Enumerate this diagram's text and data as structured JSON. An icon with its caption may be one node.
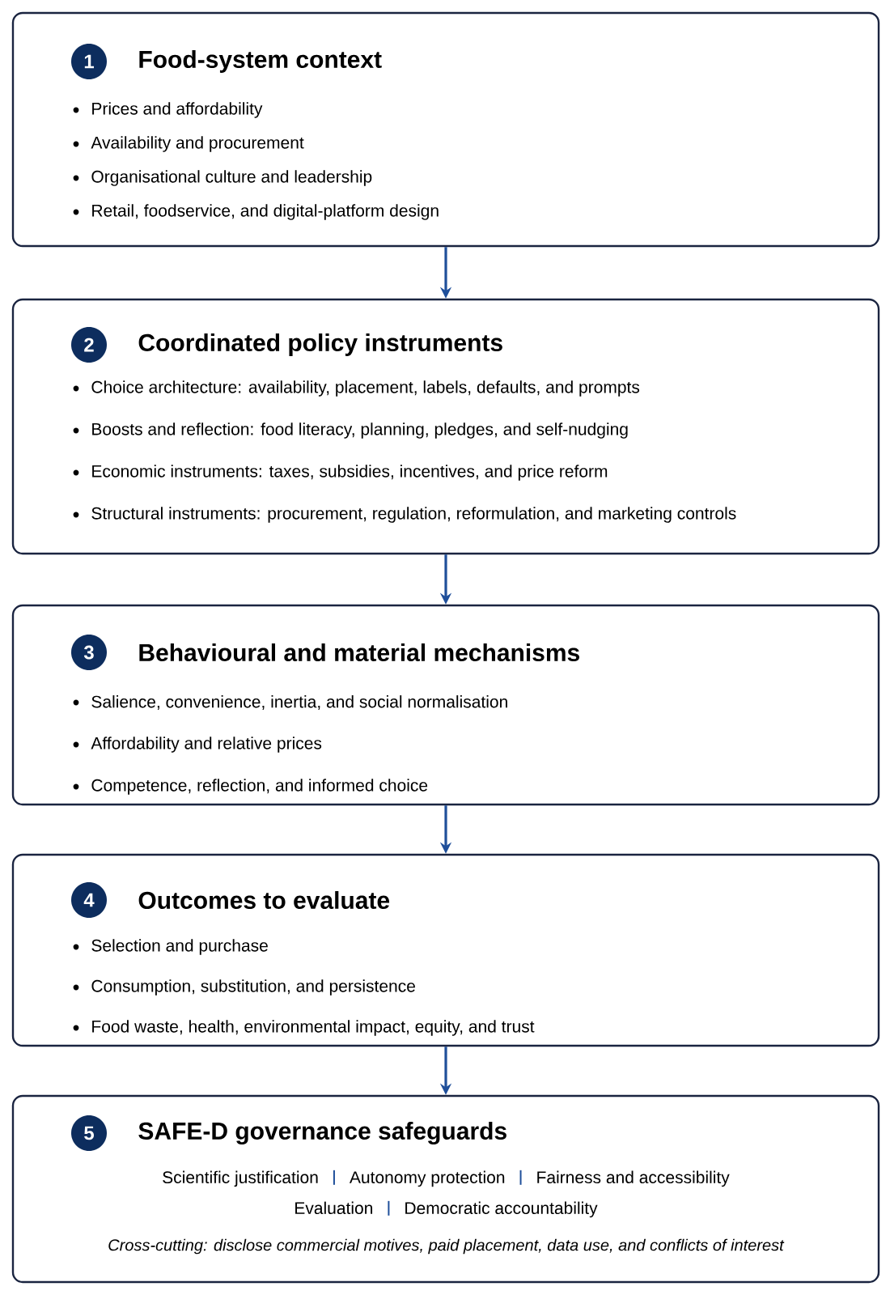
{
  "diagram": {
    "nodes": [
      {
        "text": [
          "Food-system context",
          "Prices and affordability",
          "Availability and procurement",
          "Organisational culture and leadership",
          "Retail, foodservice, and digital-platform design"
        ]
      },
      {
        "text": [
          "1"
        ],
        "in": 0
      },
      {
        "text": [
          "Coordinated policy instruments",
          "Choice architecture: availability, placement, labels, defaults, and prompts",
          "Boosts and reflection: food literacy, planning, pledges, and self-nudging",
          "Economic instruments: taxes, subsidies, incentives, and price reform",
          "Structural instruments: procurement, regulation, reformulation, and marketing controls"
        ]
      },
      {
        "text": [
          "2"
        ],
        "in": 2
      },
      {
        "text": [
          "Behavioural and material mechanisms",
          "Salience, convenience, inertia, and social normalisation",
          "Affordability and relative prices",
          "Competence, reflection, and informed choice"
        ]
      },
      {
        "text": [
          "3"
        ],
        "in": 4
      },
      {
        "text": [
          "Outcomes to evaluate",
          "Selection and purchase",
          "Consumption, substitution, and persistence",
          "Food waste, health, environmental impact, equity, and trust"
        ]
      },
      {
        "text": [
          "4"
        ],
        "in": 6
      },
      {
        "text": [
          "SAFE-D governance safeguards",
          "Scientific justification",
          "Autonomy protection",
          "Fairness and accessibility",
          "Evaluation",
          "Democratic accountability",
          "Cross-cutting: disclose commercial motives, paid placement, data use, and conflicts of interest"
        ]
      },
      {
        "text": [
          "5"
        ],
        "in": 8
      }
    ],
    "edges": [
      {
        "from": 0,
        "to": 2,
        "arrow": "to"
      },
      {
        "from": 2,
        "to": 4,
        "arrow": "to"
      },
      {
        "from": 4,
        "to": 6,
        "arrow": "to"
      },
      {
        "from": 6,
        "to": 8,
        "arrow": "to"
      }
    ]
  }
}
